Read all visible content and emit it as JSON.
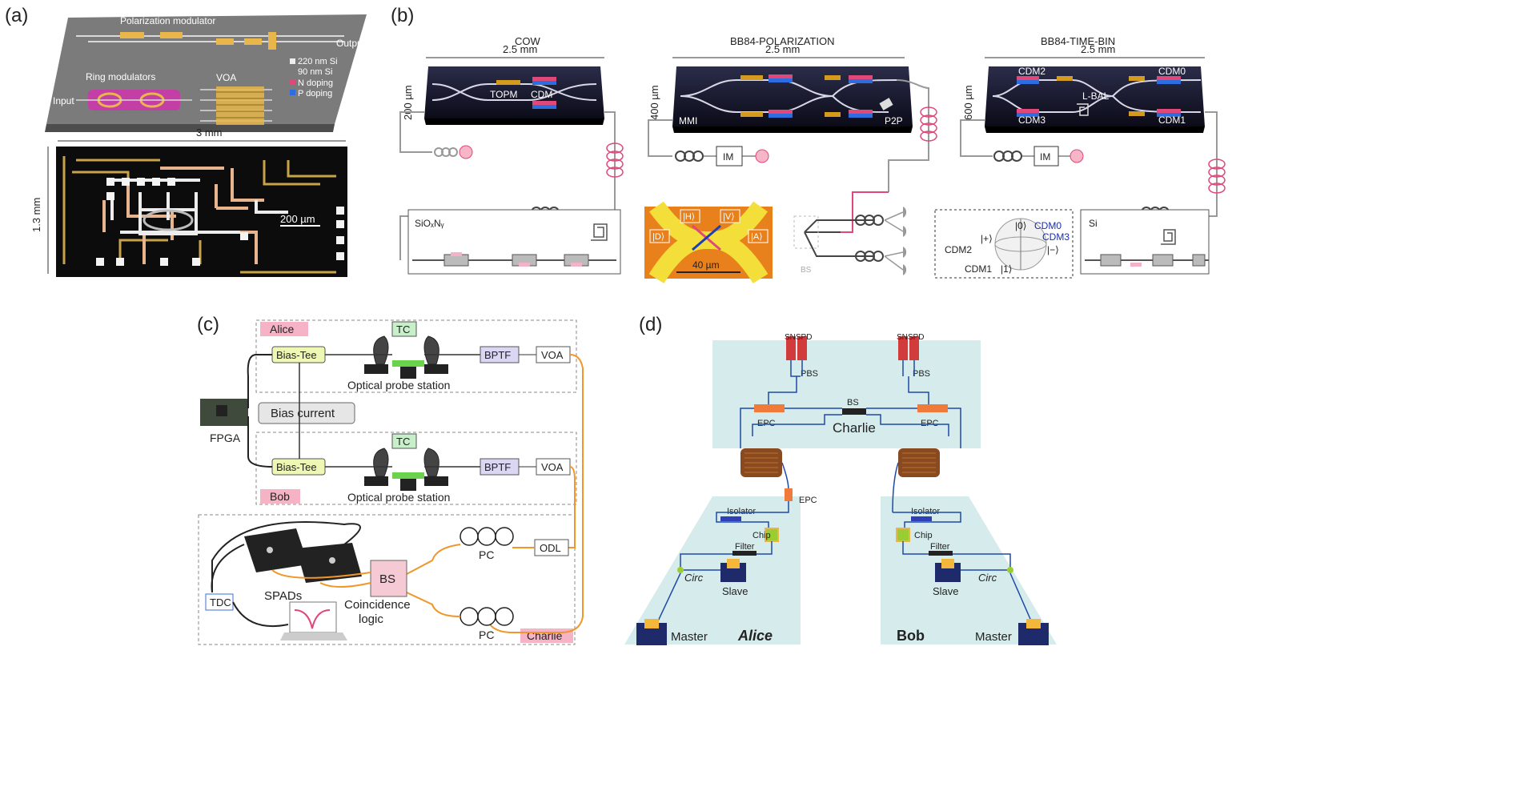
{
  "panels": {
    "a": {
      "label": "(a)",
      "top": {
        "polarization_modulator": "Polarization modulator",
        "output": "Output",
        "ring_modulators": "Ring modulators",
        "voa": "VOA",
        "input": "Input",
        "legend": [
          "220 nm Si",
          "90 nm Si",
          "N doping",
          "P doping"
        ]
      },
      "bottom": {
        "width_label": "3 mm",
        "height_label": "1.3 mm",
        "scale_label": "200 µm"
      }
    },
    "b": {
      "label": "(b)",
      "cow": {
        "title": "COW",
        "width": "2.5 mm",
        "height": "200 µm",
        "topm": "TOPM",
        "cdm": "CDM",
        "material": "SiOₓNᵧ"
      },
      "polarization": {
        "title": "BB84-POLARIZATION",
        "width": "2.5 mm",
        "height": "400 µm",
        "mmi": "MMI",
        "p2p": "P2P",
        "im": "IM",
        "bs": "BS",
        "states": [
          "|H⟩",
          "|V⟩",
          "|D⟩",
          "|A⟩"
        ],
        "scale": "40 µm"
      },
      "timebin": {
        "title": "BB84-TIME-BIN",
        "width": "2.5 mm",
        "height": "600 µm",
        "cdm2": "CDM2",
        "cdm0": "CDM0",
        "cdm3": "CDM3",
        "cdm1": "CDM1",
        "lbal": "L-BAL",
        "im": "IM",
        "material": "Si",
        "bloch": {
          "zero": "|0⟩",
          "cdm0": "CDM0",
          "plus": "|+⟩",
          "cdm3": "CDM3",
          "cdm2": "CDM2",
          "minus": "|−⟩",
          "cdm1": "CDM1",
          "one": "|1⟩"
        }
      }
    },
    "c": {
      "label": "(c)",
      "alice": "Alice",
      "bob": "Bob",
      "charlie": "Charlie",
      "tc": "TC",
      "bias_tee": "Bias-Tee",
      "bptf": "BPTF",
      "voa": "VOA",
      "probe_station": "Optical probe station",
      "bias_current": "Bias current",
      "fpga": "FPGA",
      "odl": "ODL",
      "pc": "PC",
      "bs": "BS",
      "spads": "SPADs",
      "coincidence": [
        "Coincidence",
        "logic"
      ],
      "tdc": "TDC"
    },
    "d": {
      "label": "(d)",
      "snspd": "SNSPD",
      "pbs": "PBS",
      "epc": "EPC",
      "bs": "BS",
      "charlie": "Charlie",
      "isolator": "Isolator",
      "chip": "Chip",
      "filter": "Filter",
      "circ": "Circ",
      "slave": "Slave",
      "master": "Master",
      "alice": "Alice",
      "bob": "Bob"
    }
  }
}
